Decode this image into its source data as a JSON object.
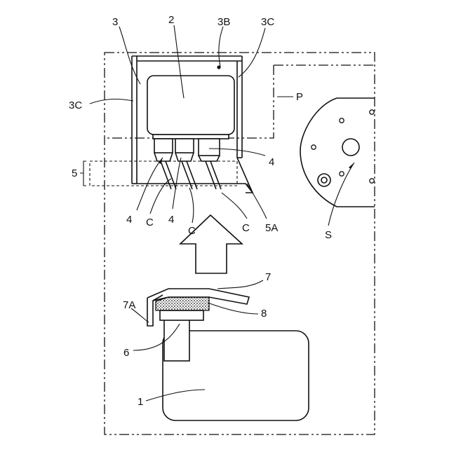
{
  "labels": {
    "l3": "3",
    "l2": "2",
    "l3B": "3B",
    "l3C_top": "3C",
    "l3C_left": "3C",
    "lP": "P",
    "l5": "5",
    "l4_right": "4",
    "l4_bottom_left": "4",
    "lC_1": "C",
    "l4_bottom_mid": "4",
    "lC_2": "C",
    "lC_3": "C",
    "l5A": "5A",
    "lS": "S",
    "l7A": "7A",
    "l7": "7",
    "l8": "8",
    "l6": "6",
    "l1": "1"
  },
  "colors": {
    "line": "#111111",
    "background": "#ffffff"
  }
}
